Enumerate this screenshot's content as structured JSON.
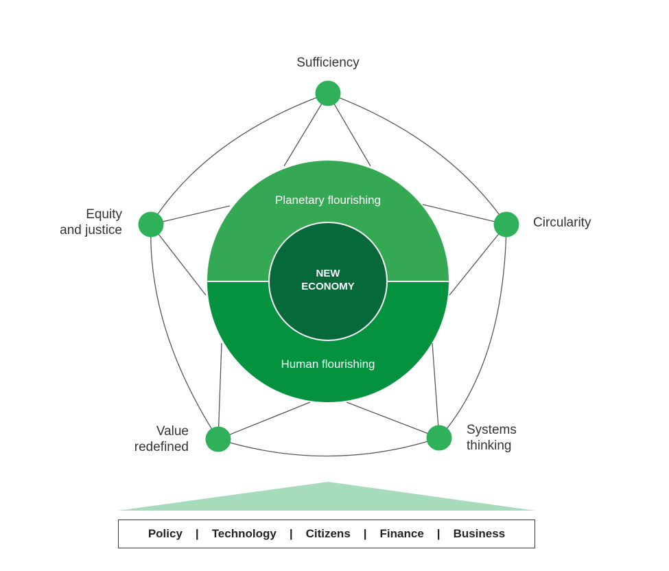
{
  "diagram": {
    "center": {
      "line1": "NEW",
      "line2": "ECONOMY"
    },
    "upper_half": {
      "label": "Planetary flourishing"
    },
    "lower_half": {
      "label": "Human flourishing"
    },
    "nodes": [
      {
        "id": "sufficiency",
        "lines": [
          "Sufficiency"
        ]
      },
      {
        "id": "circularity",
        "lines": [
          "Circularity"
        ]
      },
      {
        "id": "systems-thinking",
        "lines": [
          "Systems",
          "thinking"
        ]
      },
      {
        "id": "value-redefined",
        "lines": [
          "Value",
          "redefined"
        ]
      },
      {
        "id": "equity-justice",
        "lines": [
          "Equity",
          "and justice"
        ]
      }
    ],
    "bar_items": [
      "Policy",
      "Technology",
      "Citizens",
      "Finance",
      "Business"
    ],
    "bar_separator": "|",
    "colors": {
      "node": "#2fb15a",
      "upper_half": "#34a853",
      "lower_half": "#04923f",
      "center": "#05693a",
      "triangle": "#a6dcbc",
      "line": "#555555"
    }
  }
}
